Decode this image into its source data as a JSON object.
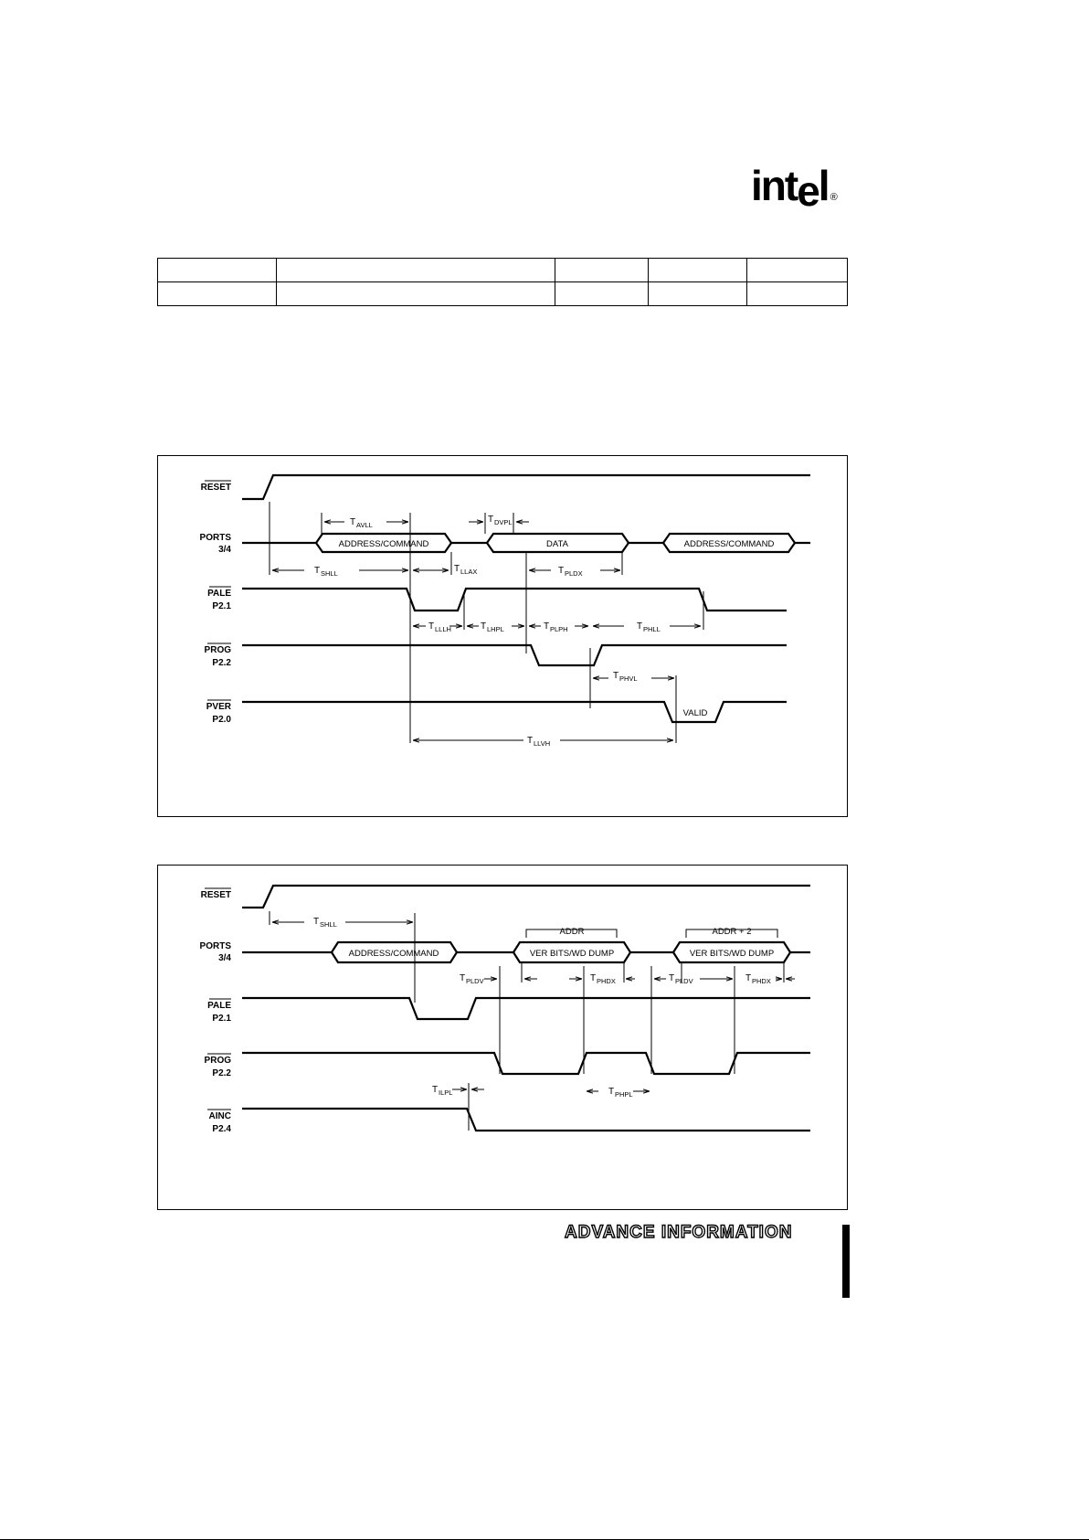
{
  "logo": {
    "text": "int",
    "mid": "e",
    "tail": "l",
    "reg": "®"
  },
  "table": {
    "rows": [
      [
        "",
        "",
        "",
        "",
        ""
      ],
      [
        "",
        "",
        "",
        "",
        ""
      ]
    ]
  },
  "diagram1": {
    "signals": [
      {
        "line1": "RESET",
        "line2": "",
        "overbar1": true
      },
      {
        "line1": "PORTS",
        "line2": "3/4",
        "overbar1": false
      },
      {
        "line1": "PALE",
        "line2": "P2.1",
        "overbar1": true
      },
      {
        "line1": "PROG",
        "line2": "P2.2",
        "overbar1": true
      },
      {
        "line1": "PVER",
        "line2": "P2.0",
        "overbar1": true
      }
    ],
    "bus_labels": [
      "ADDRESS/COMMAND",
      "DATA",
      "ADDRESS/COMMAND",
      "VALID"
    ],
    "timing": {
      "avll": {
        "t": "T",
        "sub": "AVLL"
      },
      "dvpl": {
        "t": "T",
        "sub": "DVPL"
      },
      "shll": {
        "t": "T",
        "sub": "SHLL"
      },
      "llax": {
        "t": "T",
        "sub": "LLAX"
      },
      "pldx": {
        "t": "T",
        "sub": "PLDX"
      },
      "lllh": {
        "t": "T",
        "sub": "LLLH"
      },
      "lhpl": {
        "t": "T",
        "sub": "LHPL"
      },
      "plph": {
        "t": "T",
        "sub": "PLPH"
      },
      "phll": {
        "t": "T",
        "sub": "PHLL"
      },
      "phvl": {
        "t": "T",
        "sub": "PHVL"
      },
      "llvh": {
        "t": "T",
        "sub": "LLVH"
      }
    }
  },
  "diagram2": {
    "signals": [
      {
        "line1": "RESET",
        "line2": "",
        "overbar1": true
      },
      {
        "line1": "PORTS",
        "line2": "3/4",
        "overbar1": false
      },
      {
        "line1": "PALE",
        "line2": "P2.1",
        "overbar1": true
      },
      {
        "line1": "PROG",
        "line2": "P2.2",
        "overbar1": true
      },
      {
        "line1": "AINC",
        "line2": "P2.4",
        "overbar1": true
      }
    ],
    "bus_labels": [
      "ADDRESS/COMMAND",
      "VER BITS/WD DUMP",
      "VER BITS/WD DUMP"
    ],
    "addr_labels": [
      "ADDR",
      "ADDR + 2"
    ],
    "timing": {
      "shll": {
        "t": "T",
        "sub": "SHLL"
      },
      "pldv1": {
        "t": "T",
        "sub": "PLDV"
      },
      "phdx1": {
        "t": "T",
        "sub": "PHDX"
      },
      "pldv2": {
        "t": "T",
        "sub": "PLDV"
      },
      "phdx2": {
        "t": "T",
        "sub": "PHDX"
      },
      "ilpl": {
        "t": "T",
        "sub": "ILPL"
      },
      "phpl": {
        "t": "T",
        "sub": "PHPL"
      }
    }
  },
  "footer": {
    "advance": "ADVANCE INFORMATION"
  }
}
